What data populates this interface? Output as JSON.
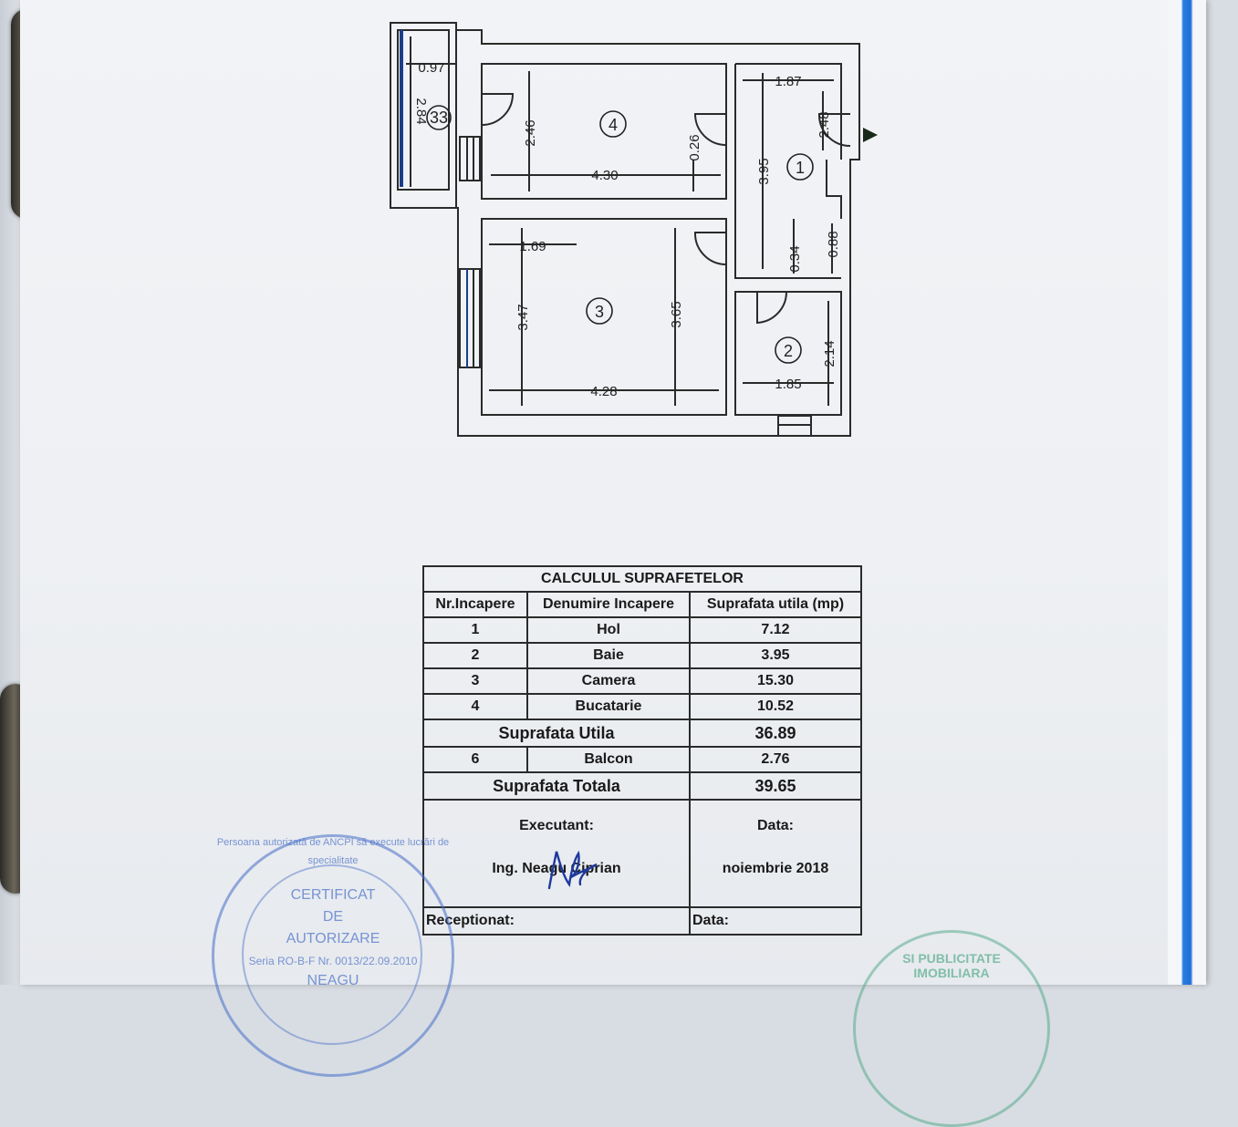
{
  "plan": {
    "rooms": [
      {
        "num": "1"
      },
      {
        "num": "2"
      },
      {
        "num": "3"
      },
      {
        "num": "4"
      },
      {
        "num": "33"
      }
    ],
    "dimensions": {
      "d097": "0.97",
      "d284": "2.84",
      "d246": "2.46",
      "d430": "4.30",
      "d026": "0.26",
      "d187": "1.87",
      "d248": "2.48",
      "d395": "3.95",
      "d169": "1.69",
      "d347": "3.47",
      "d365": "3.65",
      "d428": "4.28",
      "d034": "0.34",
      "d088": "0.88",
      "d214": "2.14",
      "d185": "1.85"
    }
  },
  "table": {
    "title": "CALCULUL SUPRAFETELOR",
    "headers": [
      "Nr.Incapere",
      "Denumire Incapere",
      "Suprafata utila (mp)"
    ],
    "rows": [
      {
        "nr": "1",
        "name": "Hol",
        "area": "7.12"
      },
      {
        "nr": "2",
        "name": "Baie",
        "area": "3.95"
      },
      {
        "nr": "3",
        "name": "Camera",
        "area": "15.30"
      },
      {
        "nr": "4",
        "name": "Bucatarie",
        "area": "10.52"
      }
    ],
    "subtotal_label": "Suprafata Utila",
    "subtotal_value": "36.89",
    "balcony": {
      "nr": "6",
      "name": "Balcon",
      "area": "2.76"
    },
    "total_label": "Suprafata Totala",
    "total_value": "39.65",
    "executant_label": "Executant:",
    "date_label": "Data:",
    "executant_name": "Ing. Neagu Ciprian",
    "date_value": "noiembrie 2018",
    "received_label": "Receptionat:",
    "received_date_label": "Data:"
  },
  "stamp": {
    "ring_text": "Persoana autorizată de ANCPI să execute lucrări de specialitate",
    "line1": "CERTIFICAT",
    "line2": "DE",
    "line3": "AUTORIZARE",
    "line4": "Seria RO-B-F Nr. 0013/22.09.2010",
    "line5": "NEAGU"
  },
  "stamp2": {
    "text": "SI PUBLICITATE IMOBILIARA"
  }
}
